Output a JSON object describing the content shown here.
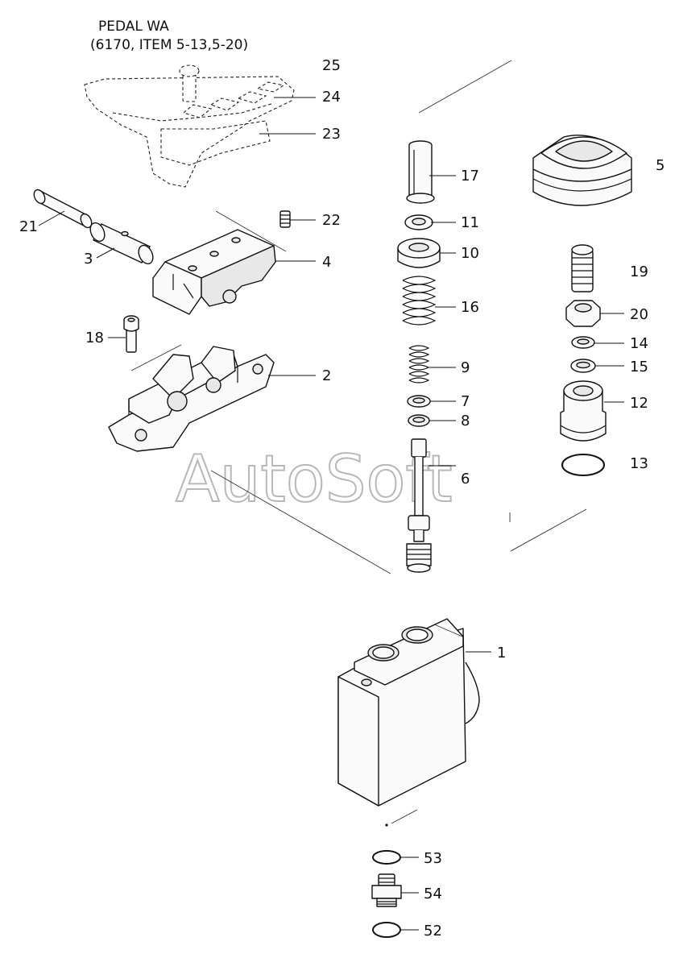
{
  "title": {
    "line1": "PEDAL WA",
    "line2": "(6170, ITEM 5-13,5-20)"
  },
  "watermark": "AutoSoft",
  "callouts": {
    "c1": "1",
    "c2": "2",
    "c3": "3",
    "c4": "4",
    "c5": "5",
    "c6": "6",
    "c7": "7",
    "c8": "8",
    "c9": "9",
    "c10": "10",
    "c11": "11",
    "c12": "12",
    "c13": "13",
    "c14": "14",
    "c15": "15",
    "c16": "16",
    "c17": "17",
    "c18": "18",
    "c19": "19",
    "c20": "20",
    "c21": "21",
    "c22": "22",
    "c23": "23",
    "c24": "24",
    "c25": "25",
    "c52": "52",
    "c53": "53",
    "c54": "54"
  }
}
